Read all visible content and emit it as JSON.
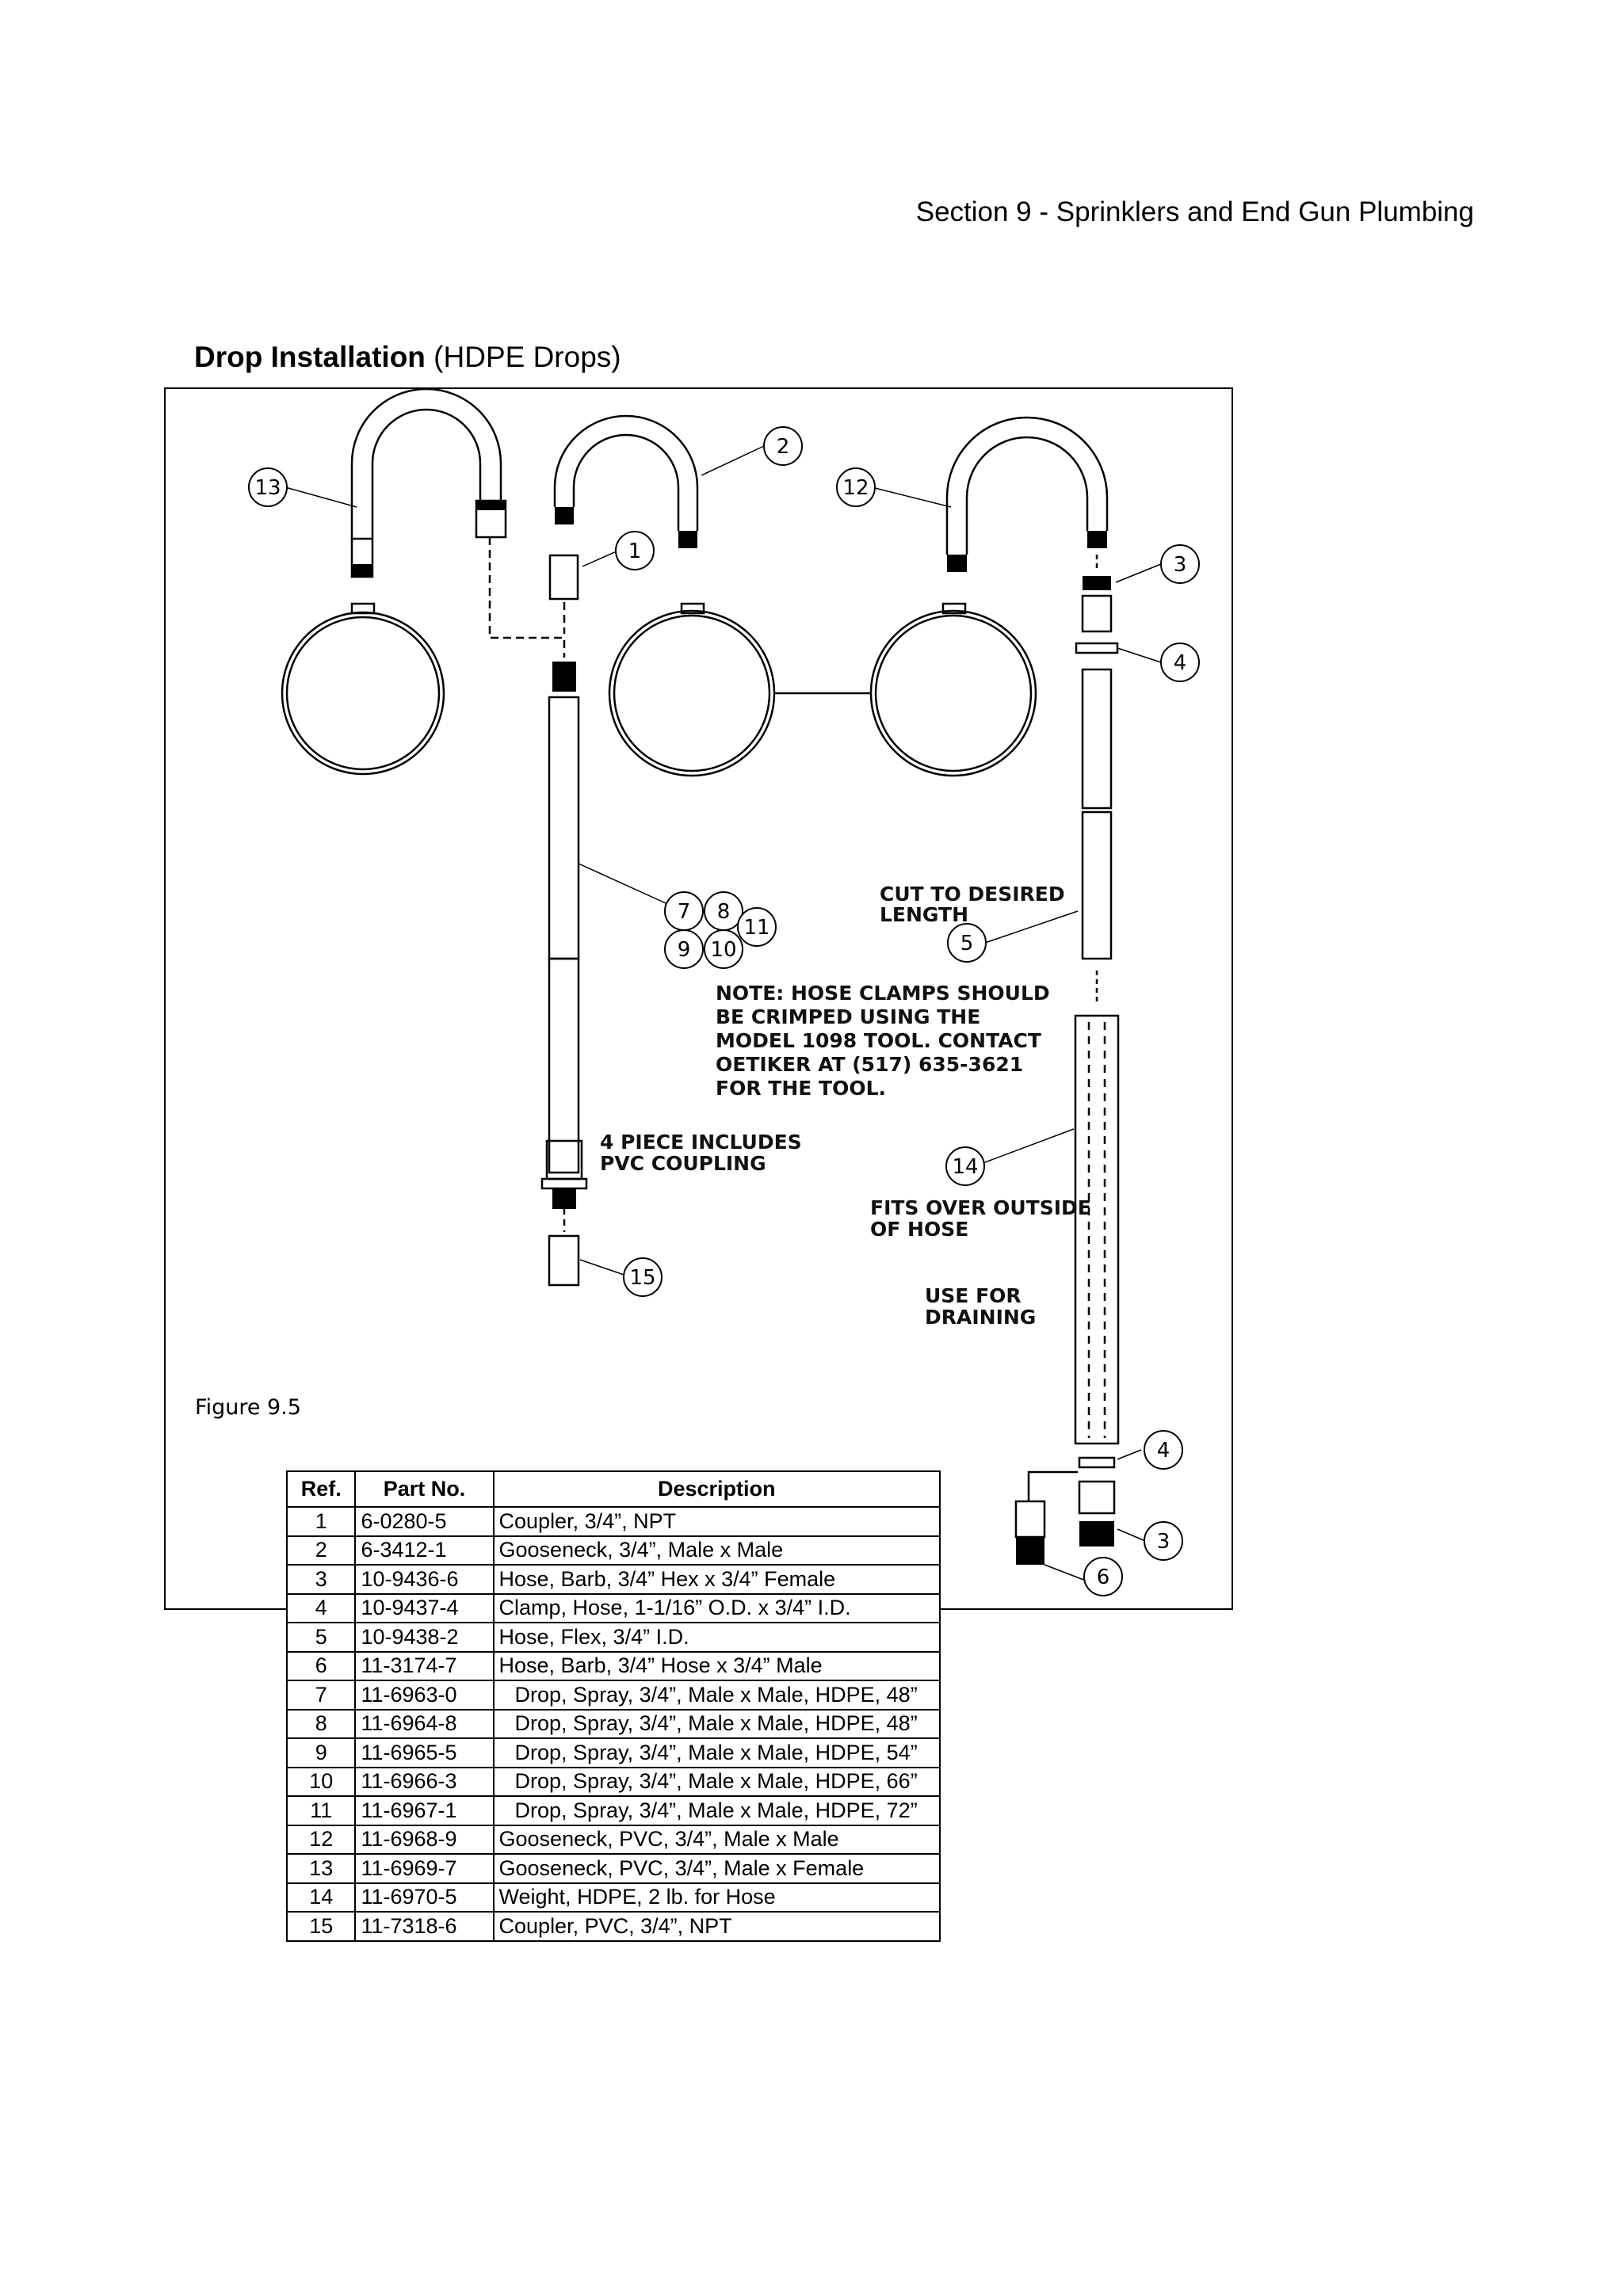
{
  "header": {
    "section": "Section 9 - Sprinklers and End Gun Plumbing"
  },
  "title": {
    "bold": "Drop Installation",
    "rest": " (HDPE Drops)"
  },
  "figure": {
    "label": "Figure 9.5",
    "callouts": [
      "1",
      "2",
      "3",
      "4",
      "5",
      "6",
      "7",
      "8",
      "9",
      "10",
      "11",
      "12",
      "13",
      "14",
      "15"
    ],
    "notes": {
      "cut_line1": "CUT TO DESIRED",
      "cut_line2": "LENGTH",
      "hose_note_1": "NOTE: HOSE CLAMPS SHOULD",
      "hose_note_2": "BE CRIMPED USING THE",
      "hose_note_3": "MODEL 1098 TOOL. CONTACT",
      "hose_note_4": "OETIKER AT (517) 635-3621",
      "hose_note_5": "FOR THE TOOL.",
      "piece_1": "4 PIECE INCLUDES",
      "piece_2": "PVC COUPLING",
      "fits_1": "FITS OVER OUTSIDE",
      "fits_2": "OF HOSE",
      "drain_1": "USE FOR",
      "drain_2": "DRAINING"
    }
  },
  "table": {
    "headers": [
      "Ref.",
      "Part No.",
      "Description"
    ],
    "rows": [
      {
        "ref": "1",
        "part": "6-0280-5",
        "desc": "Coupler, 3/4”, NPT"
      },
      {
        "ref": "2",
        "part": "6-3412-1",
        "desc": "Gooseneck, 3/4”, Male x Male"
      },
      {
        "ref": "3",
        "part": "10-9436-6",
        "desc": "Hose, Barb, 3/4” Hex x 3/4” Female"
      },
      {
        "ref": "4",
        "part": "10-9437-4",
        "desc": "Clamp, Hose, 1-1/16” O.D. x 3/4” I.D."
      },
      {
        "ref": "5",
        "part": "10-9438-2",
        "desc": "Hose, Flex, 3/4” I.D."
      },
      {
        "ref": "6",
        "part": "11-3174-7",
        "desc": "Hose, Barb, 3/4” Hose x 3/4” Male"
      },
      {
        "ref": "7",
        "part": "11-6963-0",
        "desc": "Drop, Spray, 3/4”, Male x Male, HDPE, 48”"
      },
      {
        "ref": "8",
        "part": "11-6964-8",
        "desc": "Drop, Spray, 3/4”, Male x Male, HDPE, 48”"
      },
      {
        "ref": "9",
        "part": "11-6965-5",
        "desc": "Drop, Spray, 3/4”, Male x Male, HDPE, 54”"
      },
      {
        "ref": "10",
        "part": "11-6966-3",
        "desc": "Drop, Spray, 3/4”, Male x Male, HDPE, 66”"
      },
      {
        "ref": "11",
        "part": "11-6967-1",
        "desc": "Drop, Spray, 3/4”, Male x Male, HDPE, 72”"
      },
      {
        "ref": "12",
        "part": "11-6968-9",
        "desc": "Gooseneck, PVC, 3/4”, Male x Male"
      },
      {
        "ref": "13",
        "part": "11-6969-7",
        "desc": "Gooseneck, PVC, 3/4”, Male x Female"
      },
      {
        "ref": "14",
        "part": "11-6970-5",
        "desc": "Weight, HDPE, 2 lb. for Hose"
      },
      {
        "ref": "15",
        "part": "11-7318-6",
        "desc": "Coupler, PVC, 3/4”, NPT"
      }
    ]
  }
}
